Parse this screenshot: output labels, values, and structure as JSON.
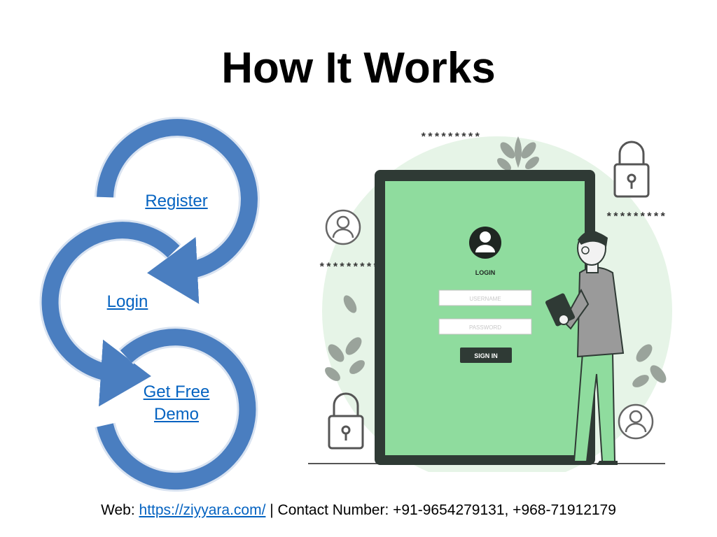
{
  "slide": {
    "title": "How It Works"
  },
  "flow": {
    "steps": [
      {
        "label": "Register"
      },
      {
        "label": "Login"
      },
      {
        "label": "Get Free Demo"
      }
    ],
    "step3_line1": "Get Free",
    "step3_line2": "Demo",
    "ring_color": "#4A7EC0",
    "ring_border": "#D9E3F1"
  },
  "illustration": {
    "login_heading": "LOGIN",
    "username_placeholder": "USERNAME",
    "password_placeholder": "PASSWORD",
    "signin_label": "SIGN IN",
    "masked_top": "*********",
    "masked_left": "*********",
    "masked_right": "*********",
    "accent_green": "#8FDC9E",
    "bg_green": "#E6F4E7"
  },
  "footer": {
    "web_prefix": "Web: ",
    "web_link": "https://ziyyara.com/",
    "contact_text": " | Contact Number: +91-9654279131, +968-71912179"
  }
}
